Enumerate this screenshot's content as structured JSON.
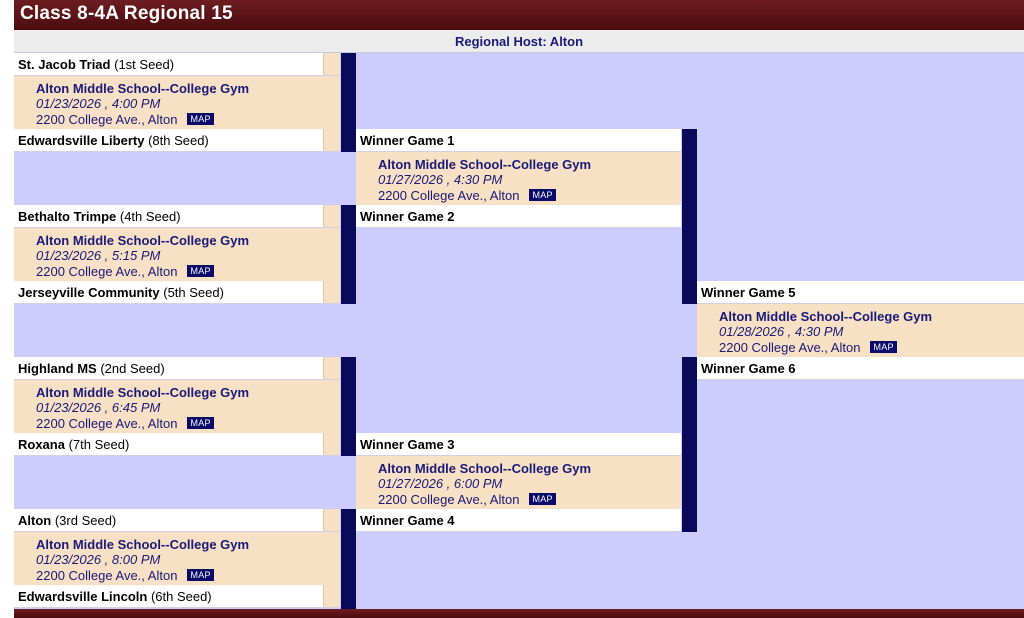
{
  "header": {
    "title": "Class 8-4A Regional 15"
  },
  "host": {
    "label": "Regional Host: Alton"
  },
  "round1": {
    "teams": [
      {
        "name": "St. Jacob Triad",
        "seed": "(1st Seed)"
      },
      {
        "name": "Edwardsville Liberty",
        "seed": "(8th Seed)"
      },
      {
        "name": "Bethalto Trimpe",
        "seed": "(4th Seed)"
      },
      {
        "name": "Jerseyville Community",
        "seed": "(5th Seed)"
      },
      {
        "name": "Highland MS",
        "seed": "(2nd Seed)"
      },
      {
        "name": "Roxana",
        "seed": "(7th Seed)"
      },
      {
        "name": "Alton",
        "seed": "(3rd Seed)"
      },
      {
        "name": "Edwardsville Lincoln",
        "seed": "(6th Seed)"
      }
    ],
    "games": [
      {
        "venue": "Alton Middle School--College Gym",
        "datetime": "01/23/2026 , 4:00 PM",
        "address": "2200 College Ave., Alton",
        "map": "MAP"
      },
      {
        "venue": "Alton Middle School--College Gym",
        "datetime": "01/23/2026 , 5:15 PM",
        "address": "2200 College Ave., Alton",
        "map": "MAP"
      },
      {
        "venue": "Alton Middle School--College Gym",
        "datetime": "01/23/2026 , 6:45 PM",
        "address": "2200 College Ave., Alton",
        "map": "MAP"
      },
      {
        "venue": "Alton Middle School--College Gym",
        "datetime": "01/23/2026 , 8:00 PM",
        "address": "2200 College Ave., Alton",
        "map": "MAP"
      }
    ]
  },
  "round2": {
    "slots": [
      "Winner Game 1",
      "Winner Game 2",
      "Winner Game 3",
      "Winner Game 4"
    ],
    "games": [
      {
        "venue": "Alton Middle School--College Gym",
        "datetime": "01/27/2026 , 4:30 PM",
        "address": "2200 College Ave., Alton",
        "map": "MAP"
      },
      {
        "venue": "Alton Middle School--College Gym",
        "datetime": "01/27/2026 , 6:00 PM",
        "address": "2200 College Ave., Alton",
        "map": "MAP"
      }
    ]
  },
  "final": {
    "slots": [
      "Winner Game 5",
      "Winner Game 6"
    ],
    "game": {
      "venue": "Alton Middle School--College Gym",
      "datetime": "01/28/2026 , 4:30 PM",
      "address": "2200 College Ave., Alton",
      "map": "MAP"
    }
  },
  "colors": {
    "header": "#5a1416",
    "bracket_bg": "#ccccff",
    "game_box": "#f7e0c4",
    "connector": "#0a0a5a",
    "text": "#1a1a7a"
  }
}
